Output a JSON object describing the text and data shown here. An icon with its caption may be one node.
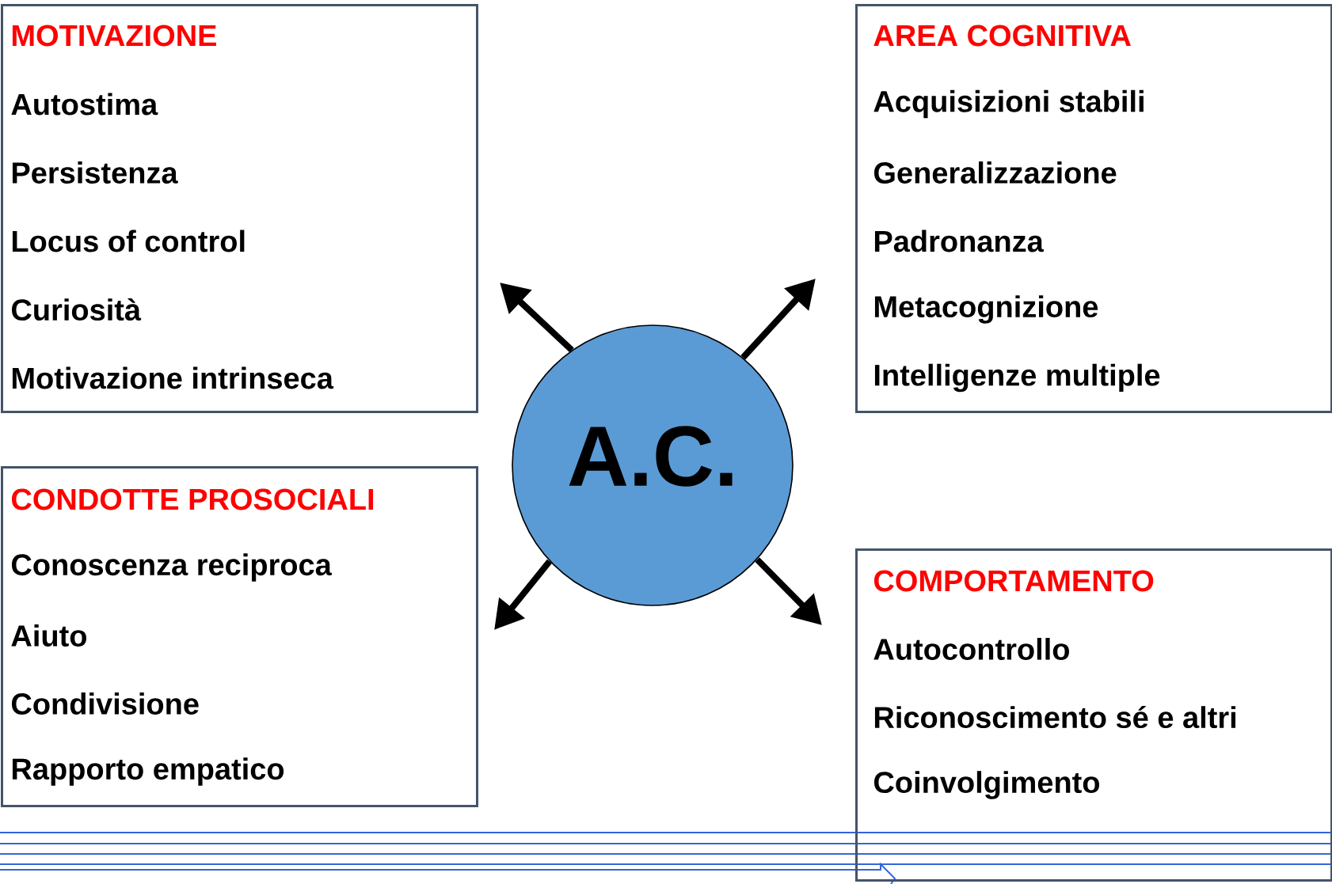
{
  "diagram": {
    "nodes": [
      {
        "text": [
          "MOTIVAZIONE",
          "Autostima",
          "Persistenza",
          "Locus of control",
          "Curiosità",
          "Motivazione intrinseca"
        ]
      },
      {
        "text": [
          "AREA COGNITIVA",
          "Acquisizioni stabili",
          "Generalizzazione",
          "Padronanza",
          "Metacognizione",
          "Intelligenze multiple"
        ]
      },
      {
        "text": [
          "A.C."
        ]
      },
      {
        "text": [
          "CONDOTTE PROSOCIALI",
          "Conoscenza reciproca",
          "Aiuto",
          "Condivisione",
          "Rapporto empatico"
        ]
      },
      {
        "text": [
          "COMPORTAMENTO",
          "Autocontrollo",
          "Riconoscimento sé e altri",
          "Coinvolgimento"
        ]
      }
    ],
    "edges": [
      {
        "from": 2,
        "to": 0,
        "arrow": "to"
      },
      {
        "from": 2,
        "to": 1,
        "arrow": "to"
      },
      {
        "from": 2,
        "to": 3,
        "arrow": "to"
      },
      {
        "from": 2,
        "to": 4,
        "arrow": "to"
      }
    ]
  }
}
